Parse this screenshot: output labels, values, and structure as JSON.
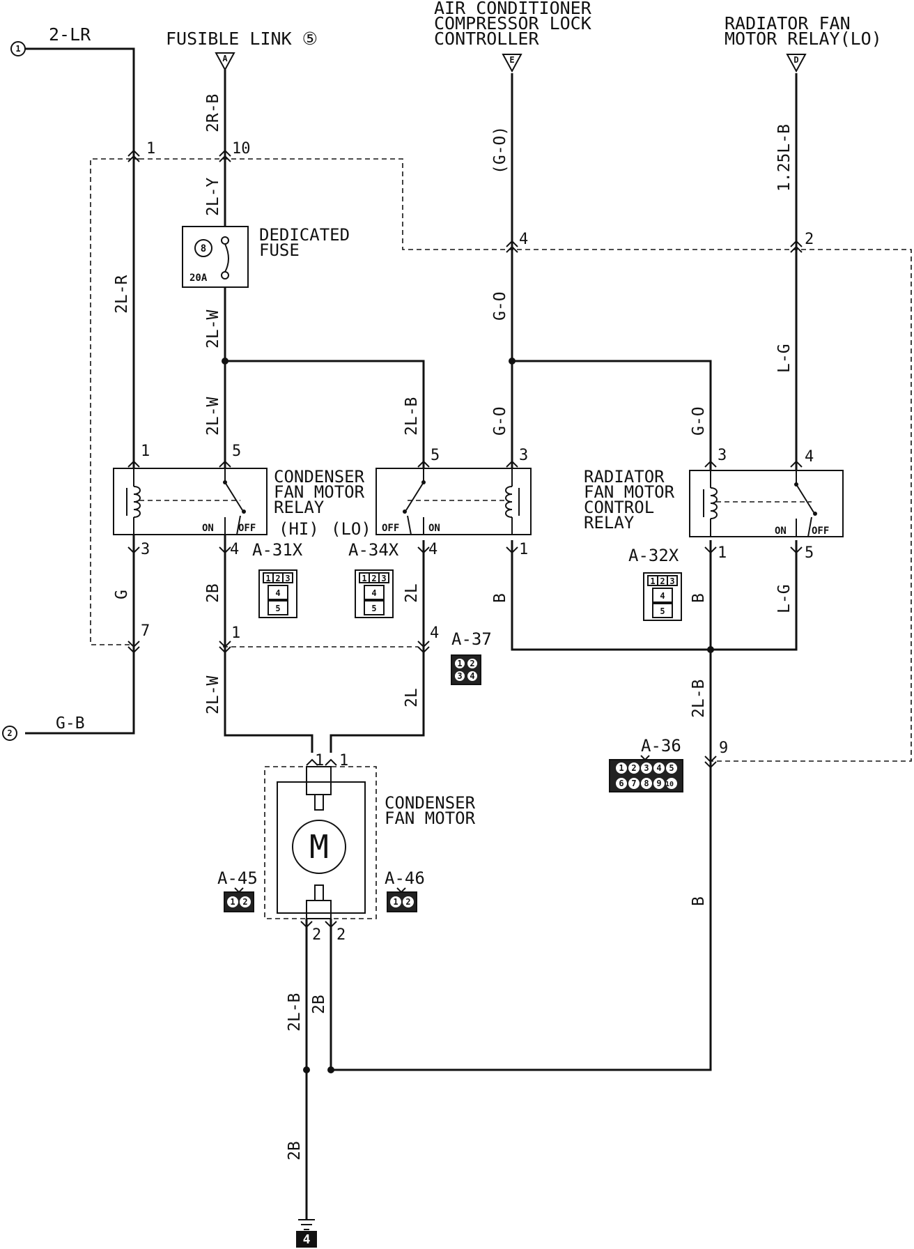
{
  "refs": {
    "ref1": "1",
    "ref2": "2"
  },
  "top_wires": {
    "lr": "2-LR",
    "gb": "G-B"
  },
  "sources": {
    "fusible_link": "FUSIBLE LINK ⑤",
    "fusible_link_letter": "A",
    "ac_lines": [
      "AIR CONDITIONER",
      "COMPRESSOR LOCK",
      "CONTROLLER"
    ],
    "ac_letter": "E",
    "rad_lines": [
      "RADIATOR FAN",
      "MOTOR RELAY(LO)"
    ],
    "rad_letter": "D"
  },
  "wires": {
    "w2rb": "2R-B",
    "wgo_top": "(G-O)",
    "w125lb": "1.25L-B",
    "w2ly": "2L-Y",
    "w2lr": "2L-R",
    "w2lw_a": "2L-W",
    "w2lw_b": "2L-W",
    "w2lb": "2L-B",
    "wgo_a": "G-O",
    "wgo_b": "G-O",
    "wgo_c": "G-O",
    "wlg_a": "L-G",
    "wlg_b": "L-G",
    "wg": "G",
    "w2b_a": "2B",
    "w2l_a": "2L",
    "wb_a": "B",
    "wb_b": "B",
    "w2lw_c": "2L-W",
    "w2l_b": "2L",
    "w2lb_b": "2L-B",
    "wb_c": "B",
    "w2lb_c": "2L-B",
    "w2b_b": "2B",
    "w2b_c": "2B"
  },
  "pins": {
    "p1_top": "1",
    "p10": "10",
    "p4_a": "4",
    "p2_a": "2",
    "p1_r": "1",
    "p5_a": "5",
    "p5_b": "5",
    "p3_a": "3",
    "p3_b": "3",
    "p4_b": "4",
    "p3_c": "3",
    "p4_c": "4",
    "p4_d": "4",
    "p1_b": "1",
    "p1_c": "1",
    "p5_c": "5",
    "p7": "7",
    "p1_d": "1",
    "p4_e": "4",
    "p9": "9",
    "p1_m1": "1",
    "p1_m2": "1",
    "p2_m1": "2",
    "p2_m2": "2"
  },
  "fuse": {
    "label_lines": [
      "DEDICATED",
      "FUSE"
    ],
    "number": "8",
    "rating": "20A"
  },
  "relays": {
    "condenser_lines": [
      "CONDENSER",
      "FAN MOTOR",
      "RELAY"
    ],
    "hi": "(HI)",
    "lo": "(LO)",
    "radiator_lines": [
      "RADIATOR",
      "FAN MOTOR",
      "CONTROL",
      "RELAY"
    ],
    "on": "ON",
    "off": "OFF"
  },
  "connectors": {
    "a31x": "A-31X",
    "a34x": "A-34X",
    "a32x": "A-32X",
    "a37": "A-37",
    "a36": "A-36",
    "a45": "A-45",
    "a46": "A-46",
    "relay_pins_top": [
      "1",
      "2",
      "3"
    ],
    "relay_pin_mid": "4",
    "relay_pin_bot": "5",
    "a37_pins": [
      "1",
      "2",
      "3",
      "4"
    ],
    "a36_pins_top": [
      "1",
      "2",
      "3",
      "4",
      "5"
    ],
    "a36_pins_bot": [
      "6",
      "7",
      "8",
      "9",
      "10"
    ],
    "two_pins": [
      "1",
      "2"
    ]
  },
  "motor": {
    "label_lines": [
      "CONDENSER",
      "FAN MOTOR"
    ],
    "symbol": "M"
  },
  "ground": {
    "id": "4"
  }
}
